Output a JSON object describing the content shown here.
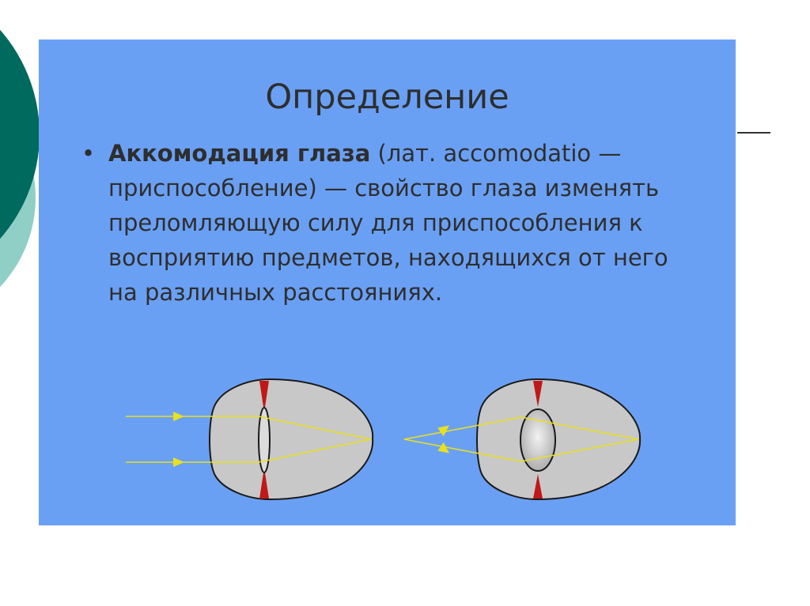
{
  "slide": {
    "title": "Определение",
    "definition": {
      "term": "Аккомодация глаза",
      "rest": " (лат. accomodatio — приспособление) — свойство глаза изменять преломляющую силу для приспособления к восприятию предметов, находящихся от него на различных расстояниях."
    }
  },
  "colors": {
    "slide_background": "#6aa0f4",
    "eye_fill": "#c8c8c8",
    "ray_color": "#e8e020",
    "muscle_color": "#c01818",
    "deco_dark": "#006a5e",
    "deco_light": "#8fcfc6"
  }
}
